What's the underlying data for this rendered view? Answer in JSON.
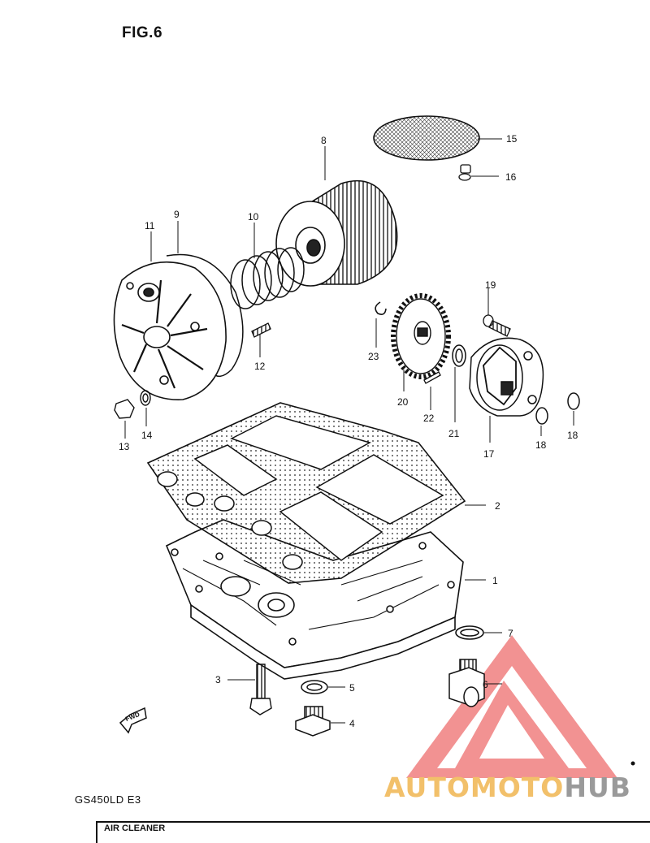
{
  "figure": {
    "title": "FIG.6",
    "model": "GS450LD  E3"
  },
  "callouts": [
    {
      "id": "c1",
      "text": "1"
    },
    {
      "id": "c2",
      "text": "2"
    },
    {
      "id": "c3",
      "text": "3"
    },
    {
      "id": "c4",
      "text": "4"
    },
    {
      "id": "c5",
      "text": "5"
    },
    {
      "id": "c6",
      "text": "6"
    },
    {
      "id": "c7",
      "text": "7"
    },
    {
      "id": "c8",
      "text": "8"
    },
    {
      "id": "c9",
      "text": "9"
    },
    {
      "id": "c10",
      "text": "10"
    },
    {
      "id": "c11",
      "text": "11"
    },
    {
      "id": "c12",
      "text": "12"
    },
    {
      "id": "c13",
      "text": "13"
    },
    {
      "id": "c14",
      "text": "14"
    },
    {
      "id": "c15",
      "text": "15"
    },
    {
      "id": "c16",
      "text": "16"
    },
    {
      "id": "c17",
      "text": "17"
    },
    {
      "id": "c18",
      "text": "18"
    },
    {
      "id": "c19",
      "text": "19"
    },
    {
      "id": "c20",
      "text": "20"
    },
    {
      "id": "c21",
      "text": "21"
    },
    {
      "id": "c22",
      "text": "22"
    },
    {
      "id": "c23",
      "text": "23"
    }
  ],
  "fwd_label": "FWD",
  "footer_strip": {
    "text": "AIR CLEANER"
  },
  "watermark": {
    "part1": "AUTOMOTO",
    "part2": "HUB",
    "logo_color": "#f07070"
  }
}
